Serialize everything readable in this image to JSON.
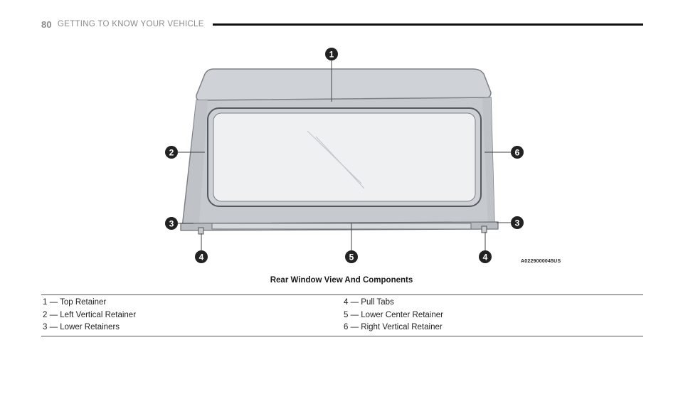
{
  "header": {
    "page_number": "80",
    "section_title": "GETTING TO KNOW YOUR VEHICLE"
  },
  "figure": {
    "code": "A0229000045US",
    "callouts": [
      "1",
      "2",
      "6",
      "3",
      "3",
      "4",
      "5",
      "4"
    ]
  },
  "caption": "Rear Window View And Components",
  "legend": {
    "left": [
      "1 — Top Retainer",
      "2 — Left Vertical Retainer",
      "3 — Lower Retainers"
    ],
    "right": [
      "4 — Pull Tabs",
      "5 — Lower Center Retainer",
      "6 — Right Vertical Retainer"
    ]
  }
}
